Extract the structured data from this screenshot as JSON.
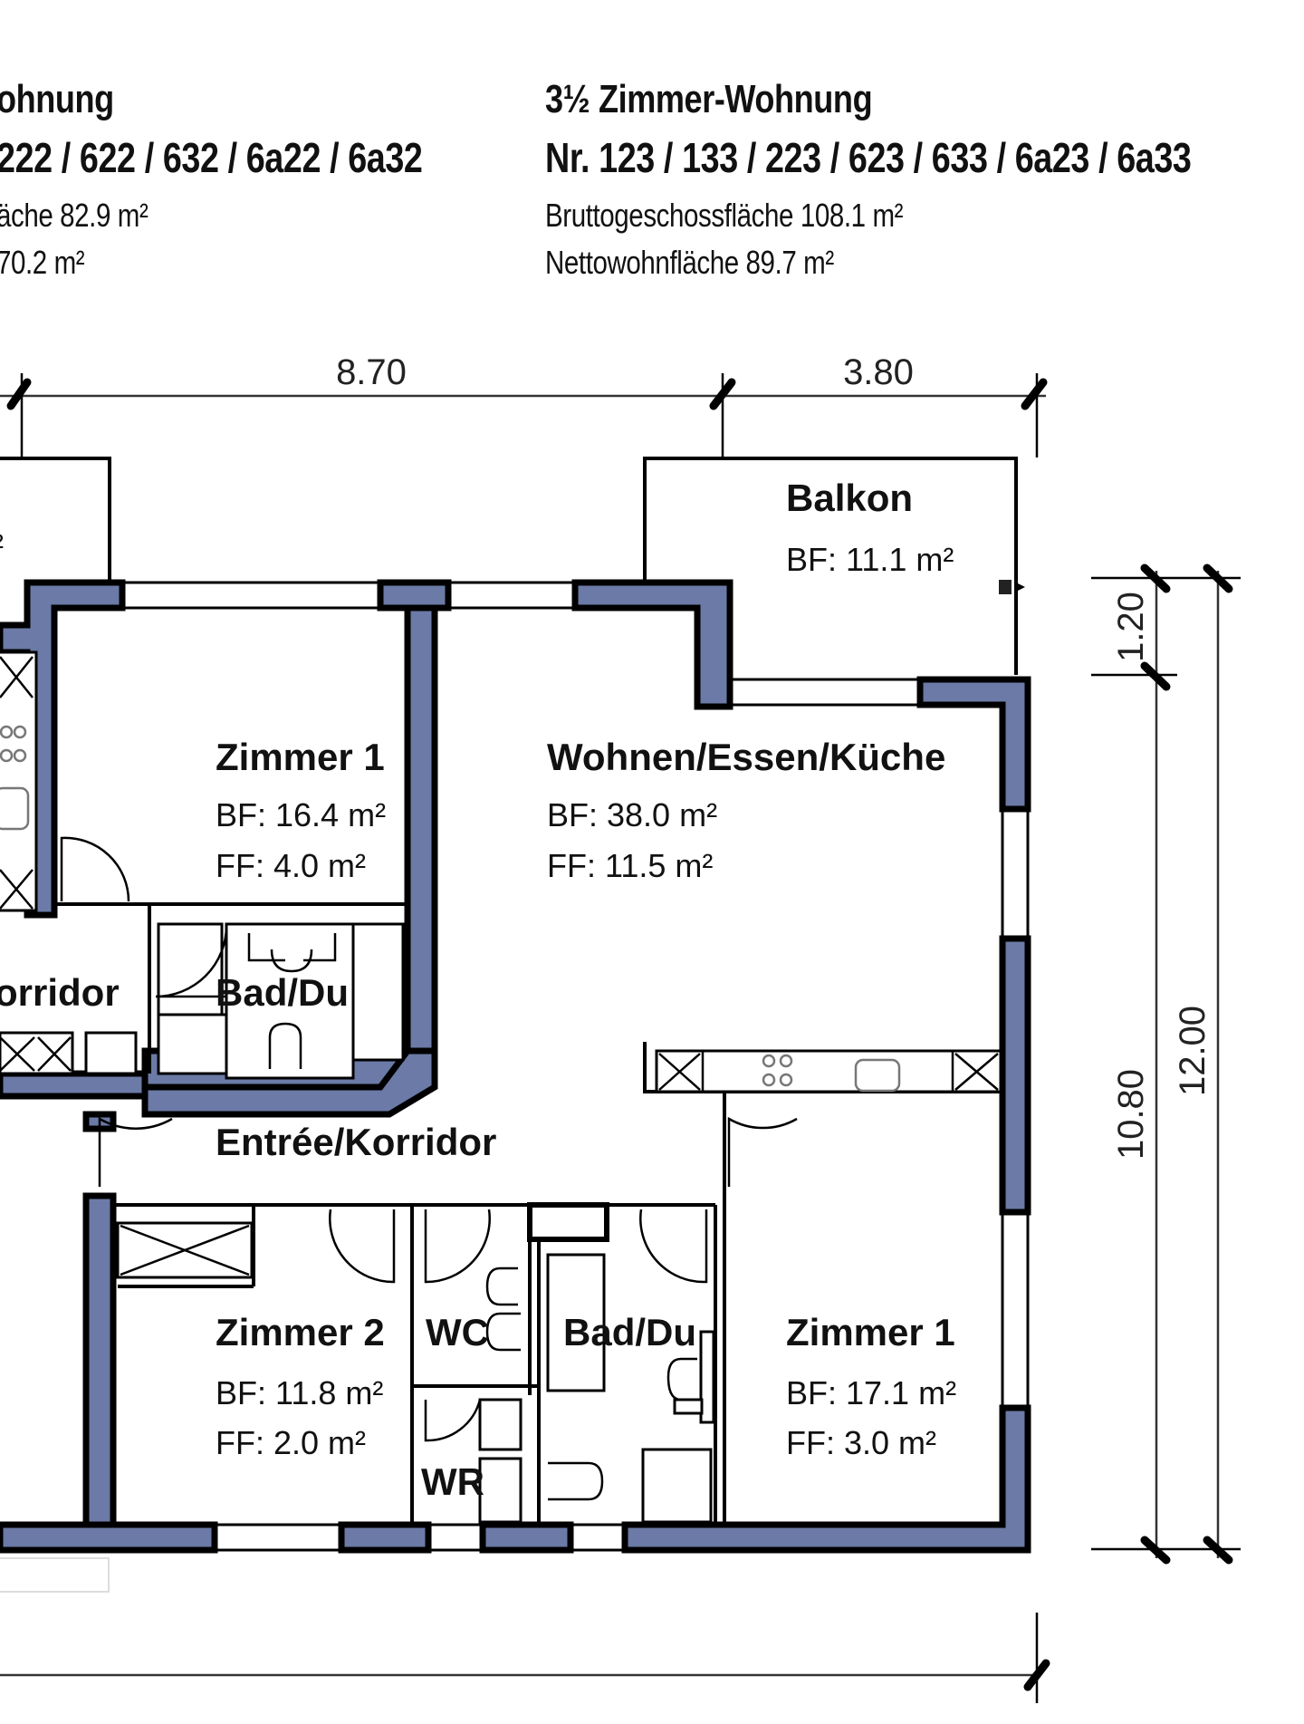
{
  "left_unit": {
    "title_partial": "ohnung",
    "numbers_partial": "222 / 622 / 632 / 6a22 / 6a32",
    "gross_area_partial": "äche 82.9 m²",
    "net_area_partial": "70.2 m²"
  },
  "right_unit": {
    "title": "3½ Zimmer-Wohnung",
    "numbers": "Nr. 123 / 133 / 223 / 623 / 633 / 6a23 / 6a33",
    "gross_area": "Bruttogeschossfläche 108.1 m²",
    "net_area": "Nettowohnfläche 89.7 m²"
  },
  "dimensions": {
    "top_main": "8.70",
    "top_balcony": "3.80",
    "side_balcony": "1.20",
    "side_main": "10.80",
    "side_total": "12.00"
  },
  "rooms": {
    "balkon": {
      "name": "Balkon",
      "bf": "BF: 11.1 m²"
    },
    "zimmer1_left": {
      "name": "Zimmer 1",
      "bf": "BF: 16.4 m²",
      "ff": "FF: 4.0 m²"
    },
    "wohnen": {
      "name": "Wohnen/Essen/Küche",
      "bf": "BF: 38.0 m²",
      "ff": "FF: 11.5 m²"
    },
    "korridor_left": {
      "name": "orridor"
    },
    "bad_upper": {
      "name": "Bad/Du"
    },
    "entree": {
      "name": "Entrée/Korridor"
    },
    "zimmer2": {
      "name": "Zimmer 2",
      "bf": "BF: 11.8 m²",
      "ff": "FF: 2.0 m²"
    },
    "wc": {
      "name": "WC"
    },
    "wr": {
      "name": "WR"
    },
    "bad_lower": {
      "name": "Bad/Du"
    },
    "zimmer1_right": {
      "name": "Zimmer 1",
      "bf": "BF: 17.1 m²",
      "ff": "FF: 3.0 m²"
    }
  },
  "colors": {
    "wall_fill": "#6b7aa6",
    "wall_outline": "#000000",
    "background": "#ffffff"
  }
}
